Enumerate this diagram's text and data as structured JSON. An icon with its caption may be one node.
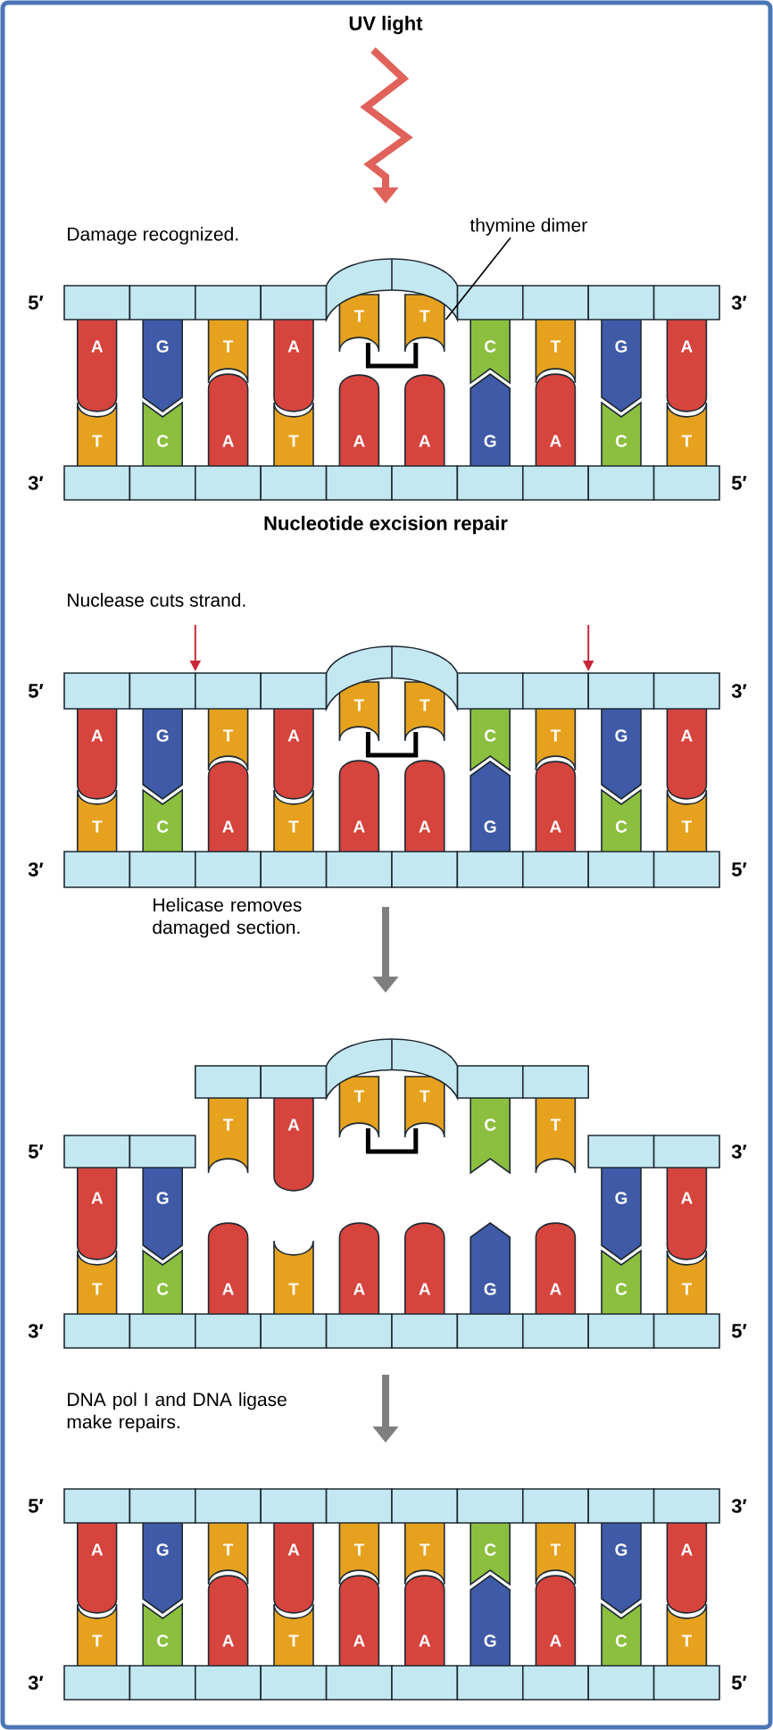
{
  "diagram": {
    "nodes": [
      {
        "text": [
          "thymine dimer"
        ]
      },
      {
        "text": [],
        "shape": "picture"
      }
    ],
    "edges": [
      {
        "from": 0,
        "to": 1,
        "arrow": "none"
      }
    ],
    "labels": [
      "UV light",
      "Damage recognized.",
      "5′",
      "A",
      "G",
      "T",
      "A",
      "T",
      "T",
      "C",
      "T",
      "G",
      "A",
      "3′",
      "3′",
      "T",
      "C",
      "A",
      "T",
      "A",
      "A",
      "G",
      "A",
      "C",
      "T",
      "5′",
      "Nucleotide excision repair",
      "Nuclease cuts strand.",
      "5′",
      "A",
      "G",
      "T",
      "A",
      "T",
      "T",
      "C",
      "T",
      "G",
      "A",
      "3′",
      "3′",
      "T",
      "C",
      "A",
      "T",
      "A",
      "A",
      "G",
      "A",
      "C",
      "T",
      "5′",
      "Helicase removes damaged section.",
      "T",
      "A",
      "T",
      "T",
      "C",
      "T",
      "5′",
      "A",
      "G",
      "G",
      "A",
      "3′",
      "3′",
      "T",
      "C",
      "A",
      "T",
      "A",
      "A",
      "G",
      "A",
      "C",
      "T",
      "5′",
      "DNA pol I and DNA ligase make repairs.",
      "5′",
      "A",
      "G",
      "T",
      "A",
      "T",
      "T",
      "C",
      "T",
      "G",
      "A",
      "3′",
      "3′",
      "T",
      "C",
      "A",
      "T",
      "A",
      "A",
      "G",
      "A",
      "C",
      "T",
      "5′"
    ]
  }
}
